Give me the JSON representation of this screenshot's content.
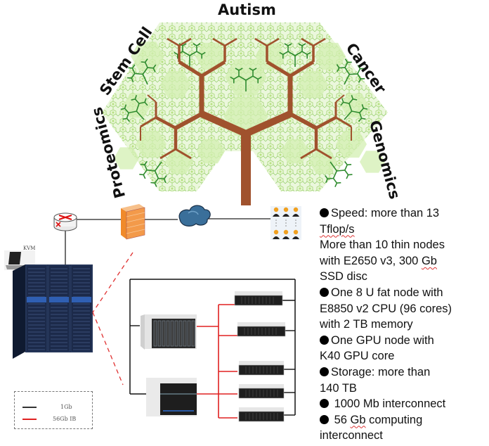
{
  "tree": {
    "labels": {
      "top": "Autism",
      "upper_left": "Stem Cell",
      "upper_right": "Cancer",
      "lower_left": "Proteomics",
      "lower_right": "Genomics"
    },
    "colors": {
      "trunk": "#a0522d",
      "branch_dark": "#2e8b2e",
      "leaf_light": "#b7e08a",
      "leaf_fill": "#d9f0bf"
    }
  },
  "network": {
    "router_icon": "router-icon",
    "firewall_icon": "firewall-icon",
    "cloud_icon": "cloud-icon",
    "users_icon": "users-icon",
    "cluster_label": "KVM"
  },
  "legend": {
    "items": [
      {
        "label": "1Gb",
        "color": "#333333"
      },
      {
        "label": "56Gb IB",
        "color": "#e02020"
      }
    ]
  },
  "specs": {
    "lines": [
      {
        "bullet": true,
        "text": "Speed: more than 13"
      },
      {
        "bullet": false,
        "text": "Tflop/s",
        "squiggle": true
      },
      {
        "bullet": false,
        "text": "More than 10 thin nodes"
      },
      {
        "bullet": false,
        "text_parts": [
          "with E2650 v3, 300 ",
          "Gb"
        ],
        "squiggle_part": 1
      },
      {
        "bullet": false,
        "text": "SSD disc"
      },
      {
        "bullet": true,
        "text": "One 8 U fat node with"
      },
      {
        "bullet": false,
        "text": "E8850 v2 CPU (96 cores)"
      },
      {
        "bullet": false,
        "text": "with 2 TB memory"
      },
      {
        "bullet": true,
        "text": "One GPU node with"
      },
      {
        "bullet": false,
        "text": "K40 GPU core"
      },
      {
        "bullet": true,
        "text": "Storage: more than"
      },
      {
        "bullet": false,
        "text": "140 TB"
      },
      {
        "bullet": true,
        "text": " 1000 Mb interconnect"
      },
      {
        "bullet": true,
        "text_parts": [
          " 56 ",
          "Gb",
          " computing"
        ],
        "squiggle_part": 1
      },
      {
        "bullet": false,
        "text": "interconnect"
      }
    ]
  },
  "colors": {
    "ib_link": "#e02020",
    "eth_link": "#222222",
    "rack": "#1c2a4a",
    "rack_accent": "#2f5fb3",
    "firewall": "#f39a4a",
    "cloud": "#3a6f9a"
  }
}
